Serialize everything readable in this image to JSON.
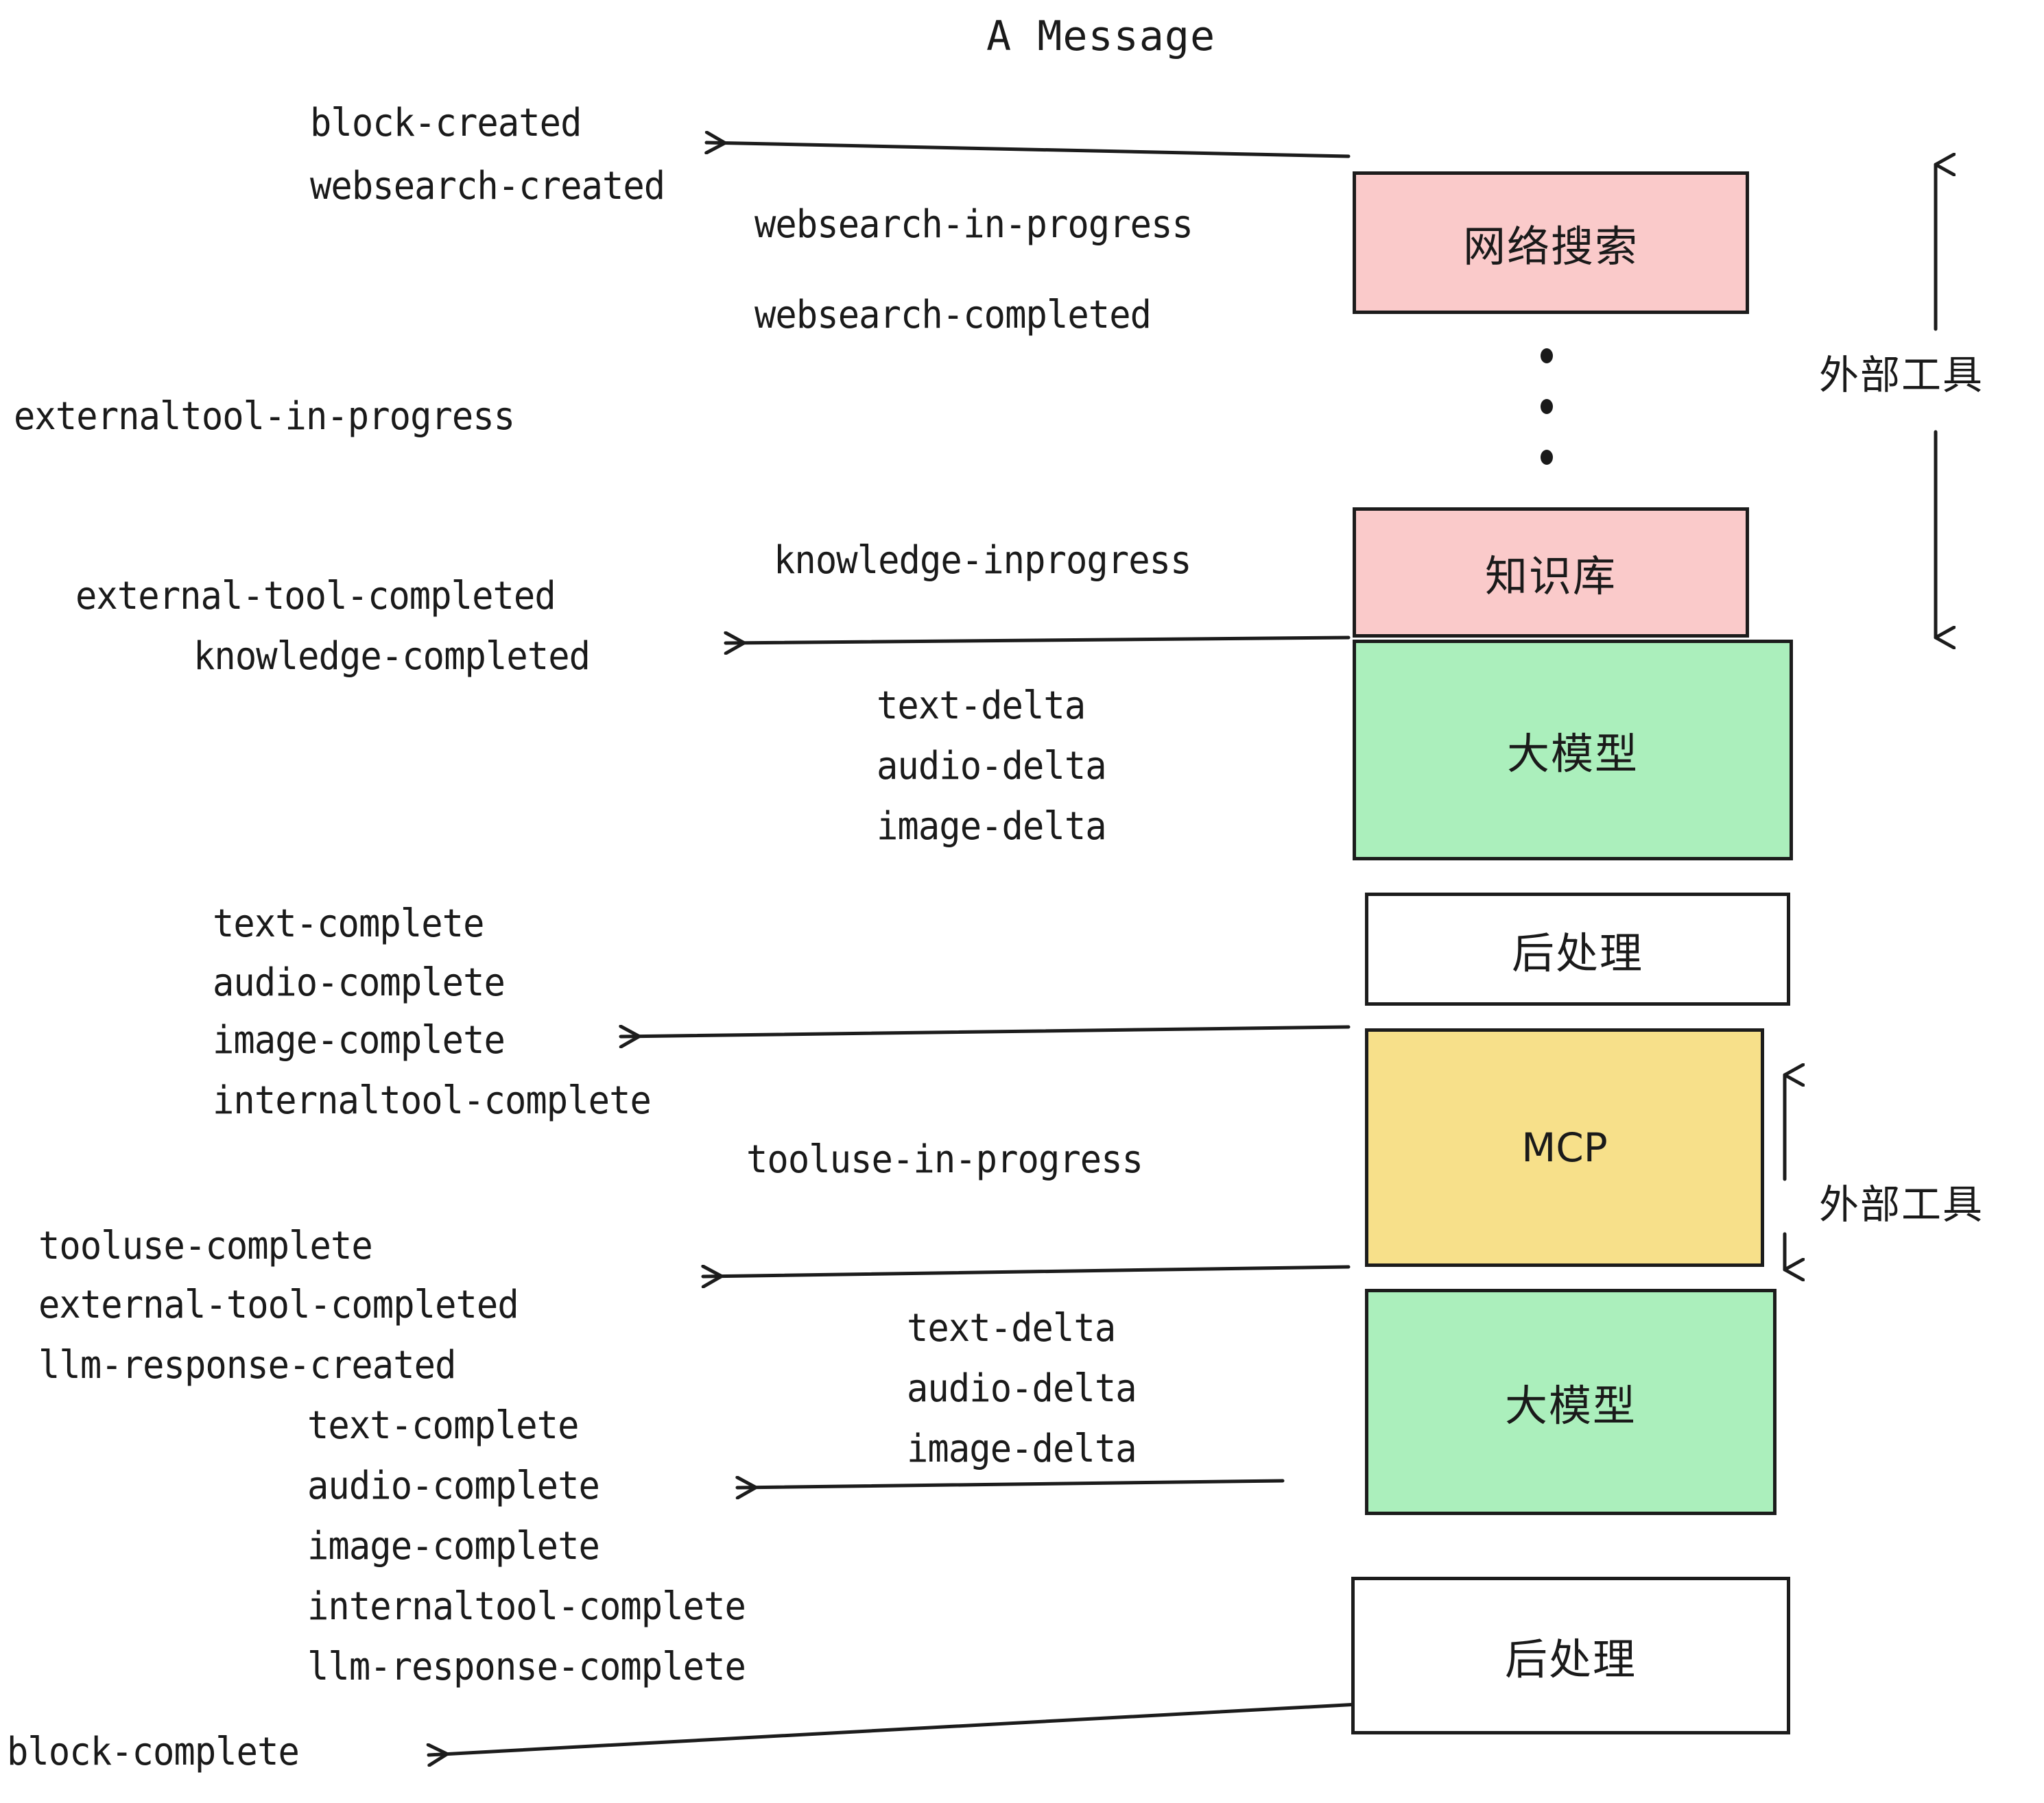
{
  "title": "A Message",
  "colors": {
    "pink": "#FACACA",
    "green": "#ABEFBC",
    "yellow": "#F7E08A",
    "white": "#FFFFFF",
    "stroke": "#1C1C1C",
    "text": "#1A1A1A"
  },
  "boxes": {
    "websearch": "网络搜索",
    "knowledge": "知识库",
    "llm_top": "大模型",
    "postprocess_top": "后处理",
    "mcp": "MCP",
    "llm_bottom": "大模型",
    "postprocess_bottom": "后处理"
  },
  "side_labels": {
    "external_tool_top": "外部工具",
    "external_tool_bottom": "外部工具"
  },
  "events": {
    "block_created": "block-created",
    "websearch_created": "websearch-created",
    "websearch_in_progress": "websearch-in-progress",
    "websearch_completed": "websearch-completed",
    "externaltool_in_progress": "externaltool-in-progress",
    "knowledge_inprogress": "knowledge-inprogress",
    "external_tool_completed_1": "external-tool-completed",
    "knowledge_completed": "knowledge-completed",
    "text_delta_1": "text-delta",
    "audio_delta_1": "audio-delta",
    "image_delta_1": "image-delta",
    "text_complete_1": "text-complete",
    "audio_complete_1": "audio-complete",
    "image_complete_1": "image-complete",
    "internaltool_complete_1": "internaltool-complete",
    "tooluse_in_progress": "tooluse-in-progress",
    "tooluse_complete": "tooluse-complete",
    "external_tool_completed_2": "external-tool-completed",
    "llm_response_created": "llm-response-created",
    "text_delta_2": "text-delta",
    "audio_delta_2": "audio-delta",
    "image_delta_2": "image-delta",
    "text_complete_2": "text-complete",
    "audio_complete_2": "audio-complete",
    "image_complete_2": "image-complete",
    "internaltool_complete_2": "internaltool-complete",
    "llm_response_complete": "llm-response-complete",
    "block_complete": "block-complete"
  }
}
